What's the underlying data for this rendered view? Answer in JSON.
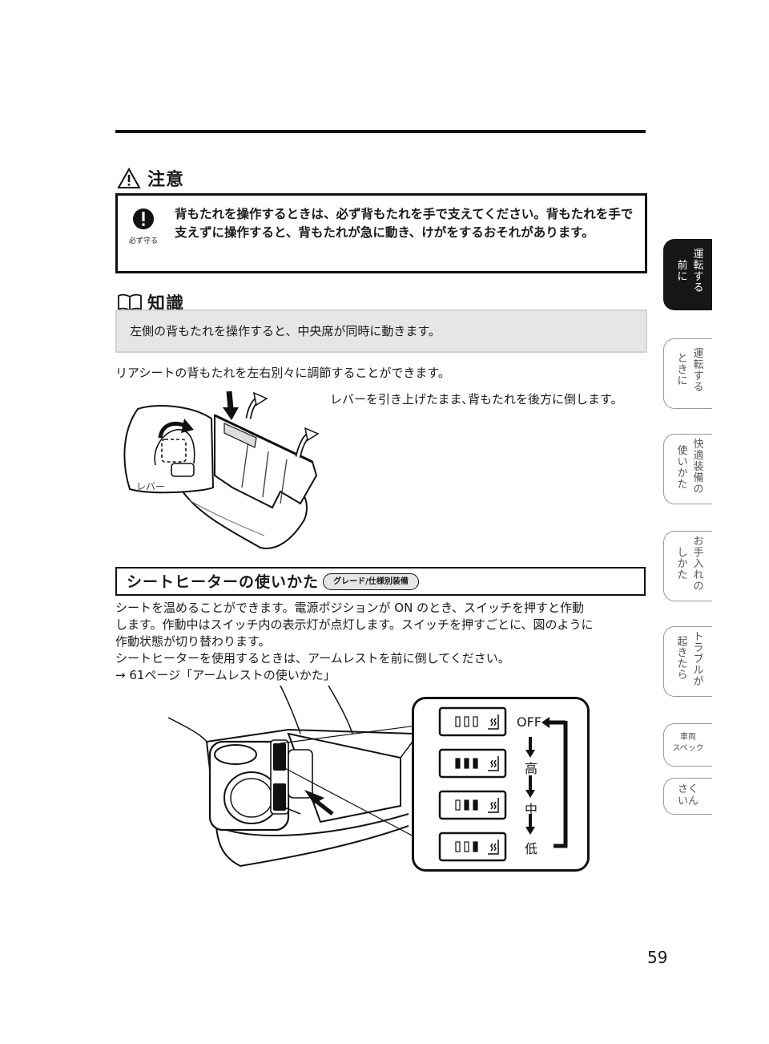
{
  "caution": {
    "title": "注意",
    "icon_label": "必ず守る",
    "text": "背もたれを操作するときは、必ず背もたれを手で支えてください。背もたれを手で支えずに操作すると、背もたれが急に動き、けがをするおそれがあります。"
  },
  "knowledge": {
    "title": "知識",
    "text": "左側の背もたれを操作すると、中央席が同時に動きます。"
  },
  "intro": "リアシートの背もたれを左右別々に調節することができます。",
  "seat_fig": {
    "caption": "レバーを引き上げたまま､背もたれを後方に倒します。",
    "lever_label": "レバー"
  },
  "section": {
    "title": "シートヒーターの使いかた",
    "badge": "グレード/仕様別装備",
    "lines": [
      "シートを温めることができます。電源ポジションが ON のとき、スイッチを押すと作動",
      "します。作動中はスイッチ内の表示灯が点灯します。スイッチを押すごとに、図のように",
      "作動状態が切り替わります。",
      "シートヒーターを使用するときは、アームレストを前に倒してください。",
      "→ 61ページ「アームレストの使いかた」"
    ]
  },
  "heater_fig": {
    "states": [
      "OFF",
      "高",
      "中",
      "低"
    ],
    "lit_counts": [
      0,
      3,
      2,
      1
    ]
  },
  "tabs": [
    {
      "lines": [
        "運転する",
        "前に"
      ],
      "active": true
    },
    {
      "lines": [
        "運転する",
        "ときに"
      ],
      "active": false
    },
    {
      "lines": [
        "快適装備の",
        "使いかた"
      ],
      "active": false
    },
    {
      "lines": [
        "お手入れの",
        "しかた"
      ],
      "active": false
    },
    {
      "lines": [
        "トラブルが",
        "起きたら"
      ],
      "active": false
    },
    {
      "lines": [
        "車両",
        "スペック"
      ],
      "active": false
    },
    {
      "lines": [
        "さく",
        "いん"
      ],
      "active": false
    }
  ],
  "page_number": "59"
}
